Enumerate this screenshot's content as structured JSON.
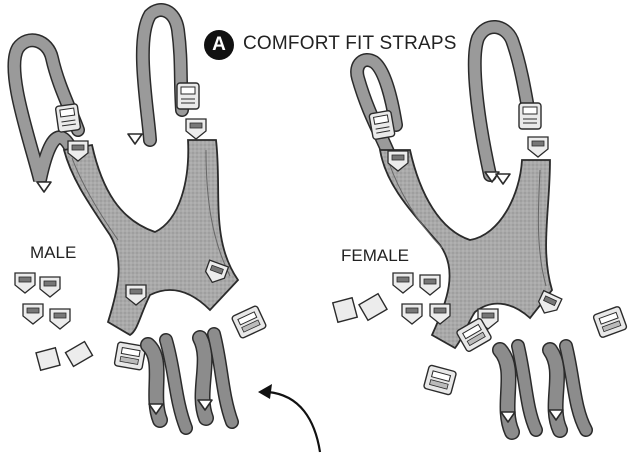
{
  "title": {
    "badge": "A",
    "text": "COMFORT FIT STRAPS"
  },
  "labels": {
    "male": "MALE",
    "female": "FEMALE"
  },
  "colors": {
    "strap": "#9a9a9a",
    "webbing": "#8c8c8c",
    "buckle": "#e6e6e6",
    "outline": "#2b2b2b",
    "badge": "#111111"
  }
}
